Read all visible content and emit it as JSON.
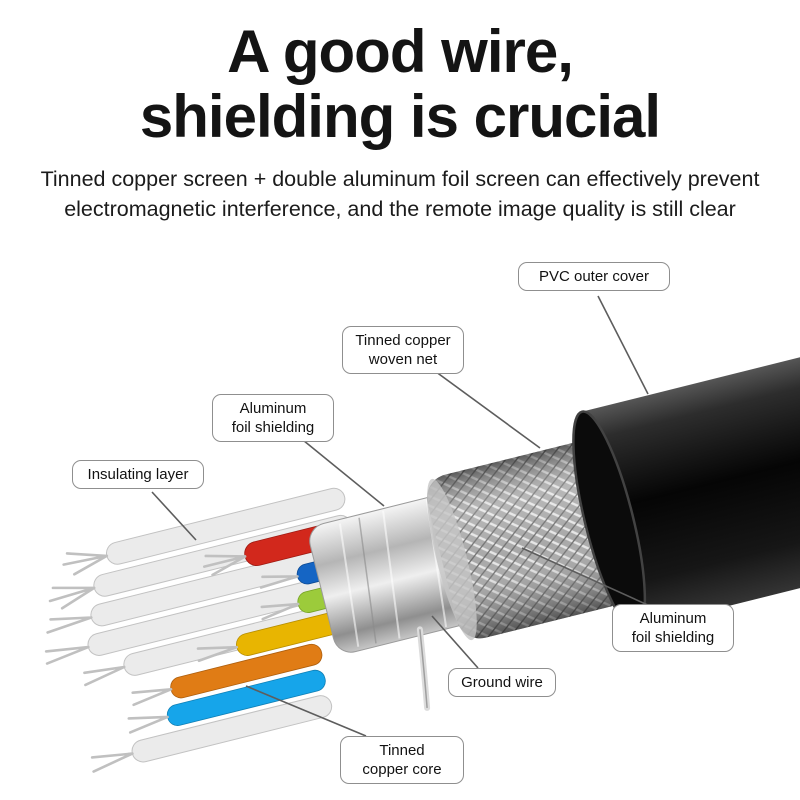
{
  "title": {
    "line1": "A good wire,",
    "line2": "shielding is crucial"
  },
  "subtitle": "Tinned copper screen + double aluminum foil screen can effectively prevent\nelectromagnetic interference, and the remote image quality is still clear",
  "labels": [
    {
      "id": "pvc-outer-cover",
      "text": "PVC outer cover"
    },
    {
      "id": "tinned-copper-woven-net",
      "text": "Tinned copper\nwoven net"
    },
    {
      "id": "aluminum-foil-shielding-left",
      "text": "Aluminum\nfoil shielding"
    },
    {
      "id": "insulating-layer",
      "text": "Insulating layer"
    },
    {
      "id": "aluminum-foil-shielding-right",
      "text": "Aluminum\nfoil shielding"
    },
    {
      "id": "ground-wire",
      "text": "Ground wire"
    },
    {
      "id": "tinned-copper-core",
      "text": "Tinned\ncopper core"
    }
  ],
  "colors": {
    "jacket_black": "#0b0b0b",
    "braid_silver": "#a8a8a8",
    "foil_silver": "#c9c9c9",
    "strand_silver": "#c0c0c0",
    "wire_white": "#ebebeb",
    "wire_red": "#d2281c",
    "wire_blue": "#1565c4",
    "wire_green": "#9ccb3b",
    "wire_yellow": "#e8b501",
    "wire_orange": "#e07c15",
    "wire_cyan": "#16a5ea"
  }
}
